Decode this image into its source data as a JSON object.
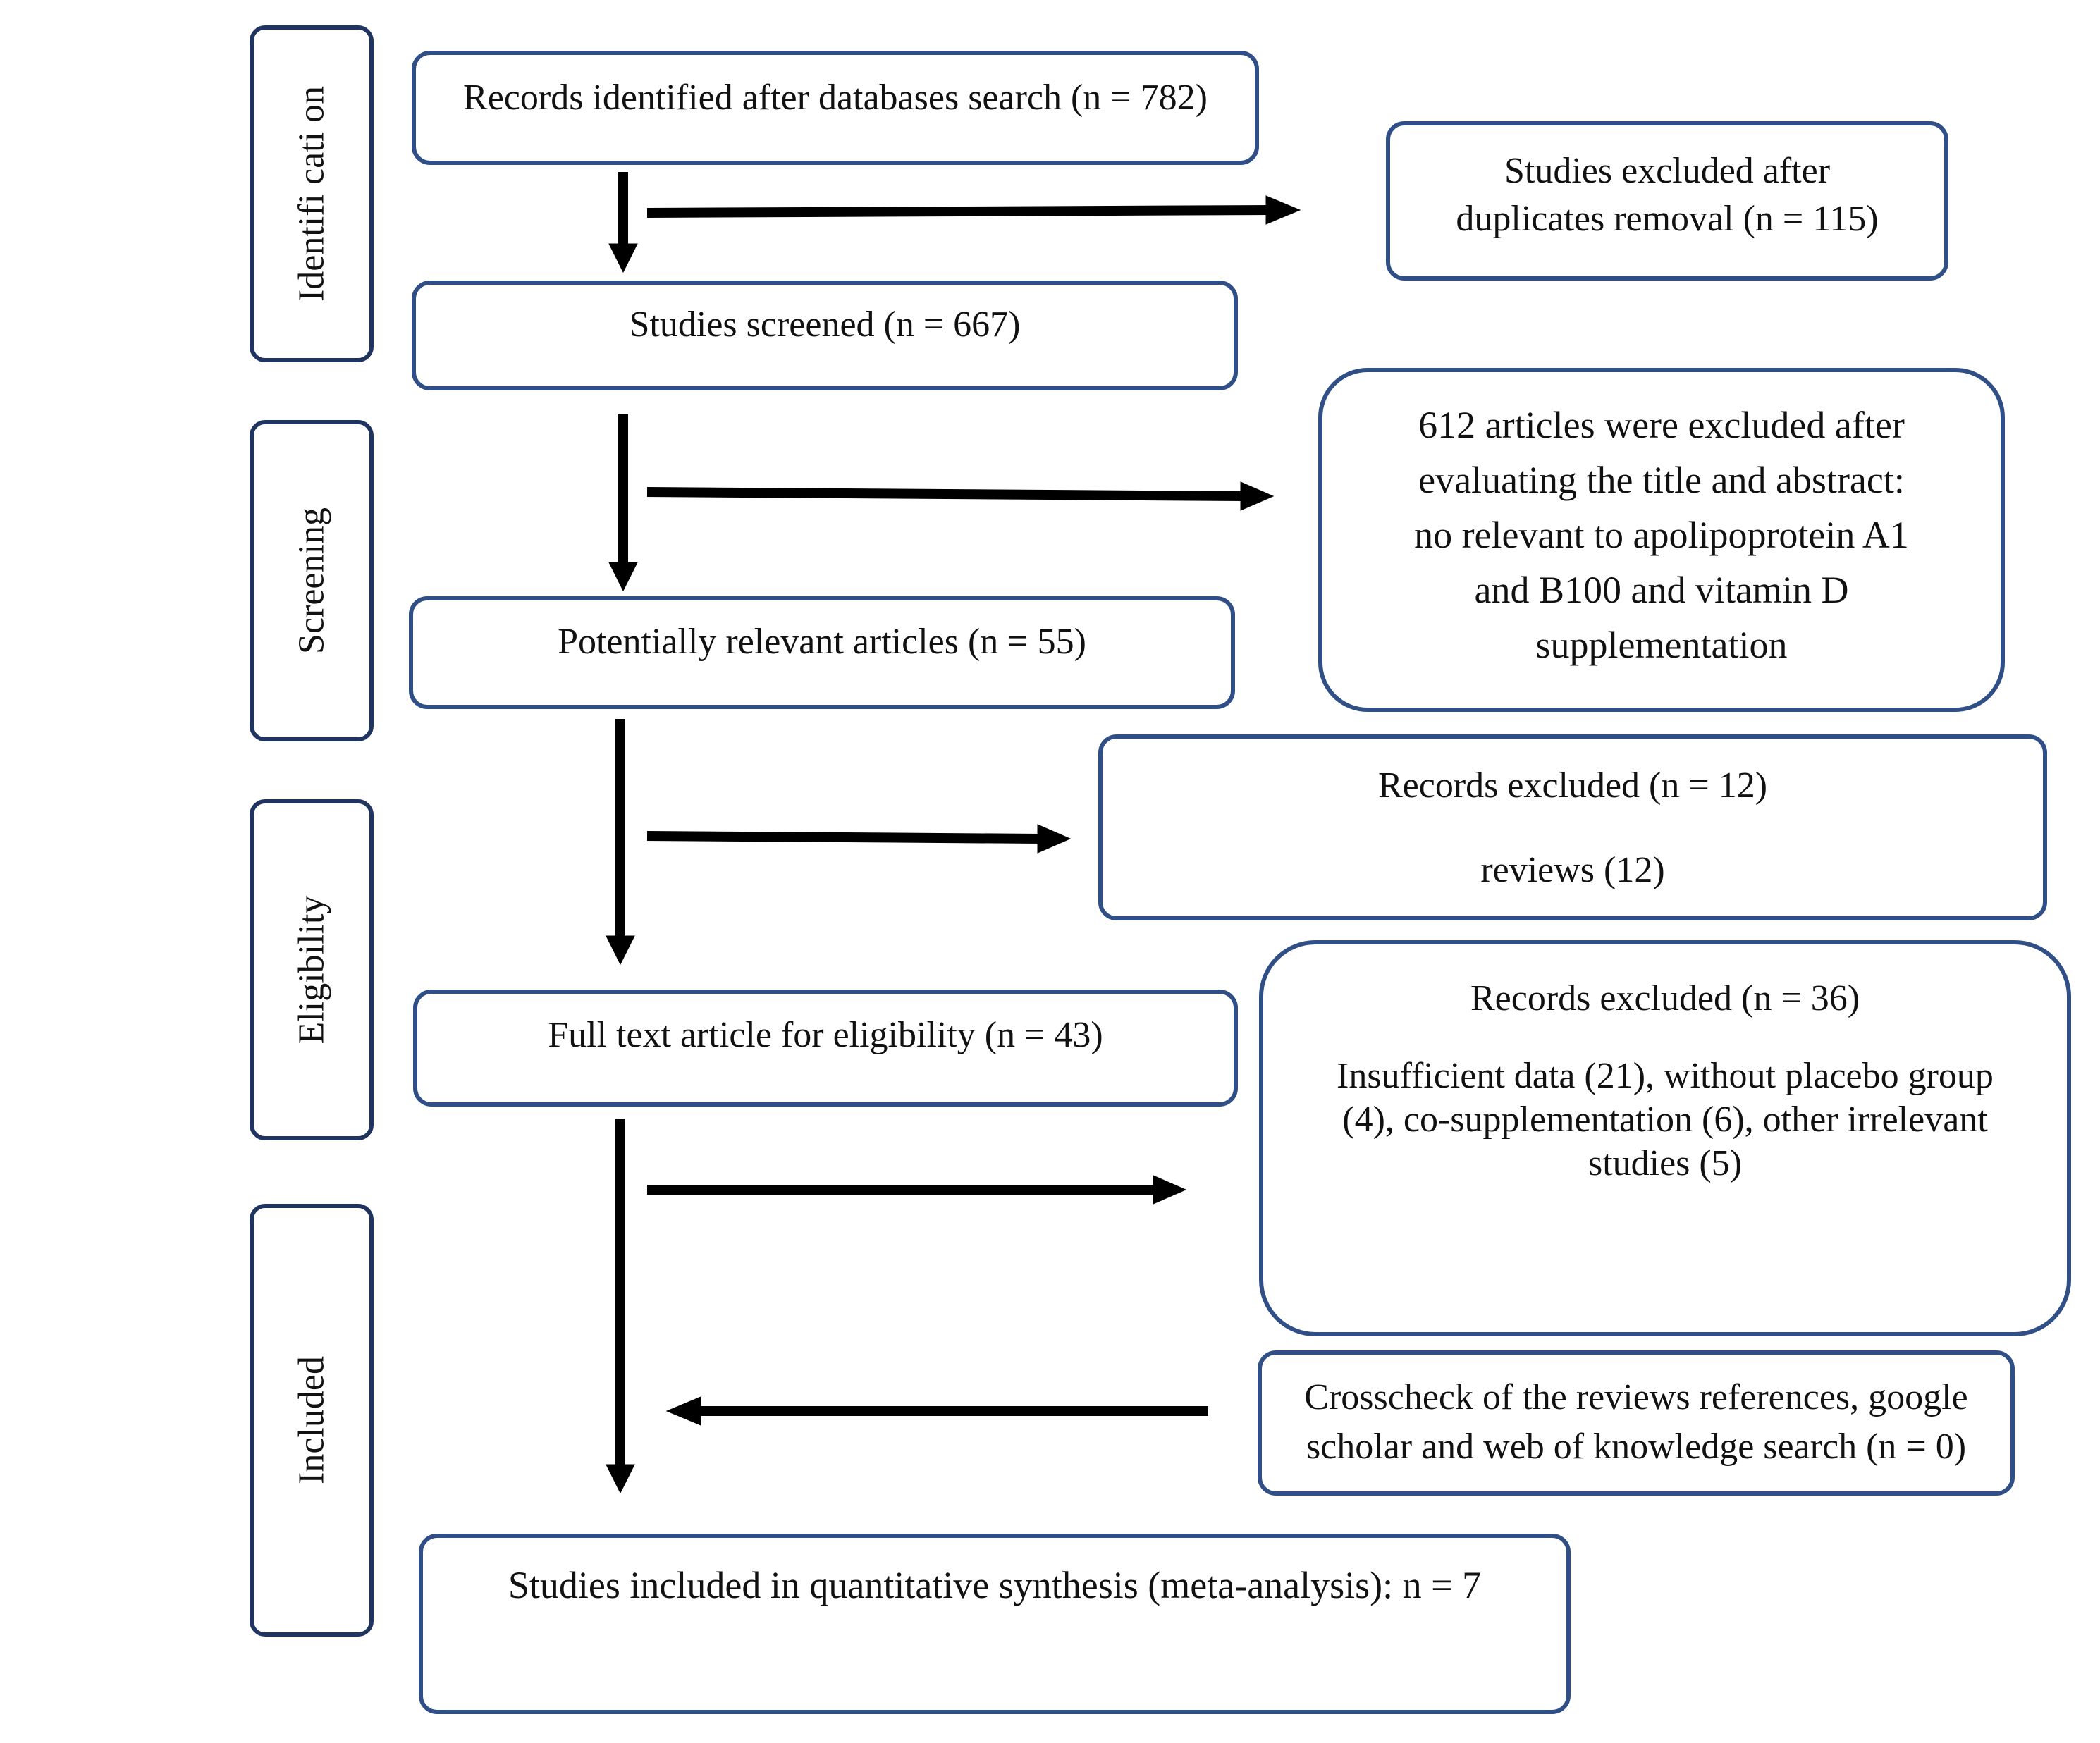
{
  "stages": {
    "identification": "Identifi cati on",
    "screening": "Screening",
    "eligibility": "Eligibility",
    "included": "Included"
  },
  "boxes": {
    "records_identified": "Records identified after databases search (n = 782)",
    "duplicates_excluded": [
      "Studies excluded after",
      "duplicates removal (n = 115)"
    ],
    "studies_screened": "Studies screened (n = 667)",
    "title_abstract_excluded": [
      "612 articles were excluded after",
      "evaluating the title and abstract:",
      "no relevant to apolipoprotein A1",
      "and B100 and vitamin D",
      "supplementation"
    ],
    "potentially_relevant": "Potentially relevant articles (n = 55)",
    "records_excluded_12": {
      "title": "Records excluded (n = 12)",
      "detail": "reviews (12)"
    },
    "full_text": "Full text article for eligibility (n = 43)",
    "records_excluded_36": {
      "title": "Records excluded (n = 36)",
      "detail": [
        "Insufficient data (21), without placebo group",
        "(4), co-supplementation (6), other irrelevant",
        "studies (5)"
      ]
    },
    "crosscheck": [
      "Crosscheck of the reviews references, google",
      "scholar and web of knowledge search (n = 0)"
    ],
    "included": "Studies included in quantitative synthesis (meta-analysis): n = 7"
  }
}
